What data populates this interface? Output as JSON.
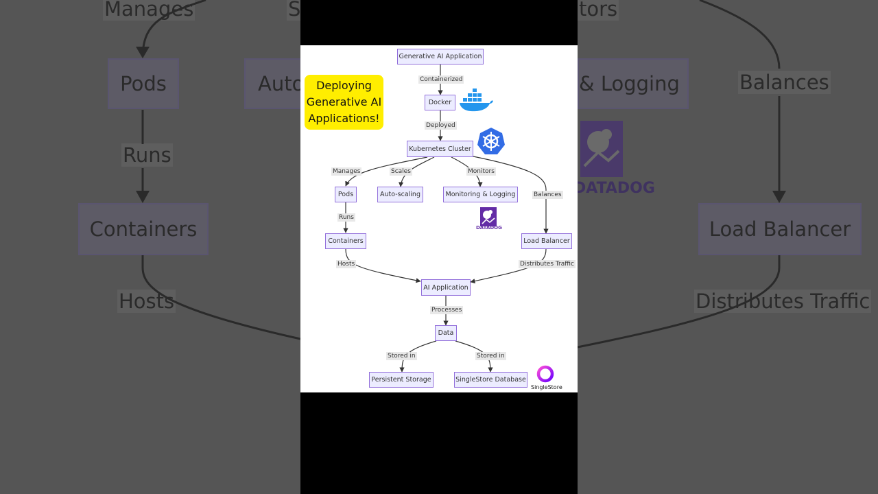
{
  "background_echo": {
    "top_labels": [
      "Manages",
      "Sc",
      "tors"
    ],
    "boxes": [
      "Pods",
      "Auto",
      "& Logging",
      "Balances",
      "Containers",
      "Load Balancer"
    ],
    "edge_labels": [
      "Runs",
      "Hosts",
      "Distributes Traffic"
    ],
    "logo": "DATADOG"
  },
  "callout": {
    "lines": [
      "Deploying",
      "Generative AI",
      "Applications!"
    ]
  },
  "diagram": {
    "nodes": {
      "gen_ai_app": "Generative AI Application",
      "docker": "Docker",
      "k8s": "Kubernetes Cluster",
      "pods": "Pods",
      "autoscaling": "Auto-scaling",
      "monitoring": "Monitoring & Logging",
      "containers": "Containers",
      "load_balancer": "Load Balancer",
      "ai_app": "AI Application",
      "data": "Data",
      "persistent_storage": "Persistent Storage",
      "singlestore_db": "SingleStore Database"
    },
    "edges": {
      "containerized": "Containerized",
      "deployed": "Deployed",
      "manages": "Manages",
      "scales": "Scales",
      "monitors": "Monitors",
      "balances": "Balances",
      "runs": "Runs",
      "hosts": "Hosts",
      "distributes": "Distributes Traffic",
      "processes": "Processes",
      "stored_in_1": "Stored in",
      "stored_in_2": "Stored in"
    }
  },
  "logos": {
    "docker": "docker-logo",
    "kubernetes": "kubernetes-logo",
    "datadog": "DATADOG",
    "singlestore": "SingleStore"
  },
  "colors": {
    "node_fill": "#ececff",
    "node_border": "#9370db",
    "callout": "#ffee00",
    "docker": "#2496ed",
    "kubernetes": "#326ce5",
    "datadog": "#632ca6",
    "singlestore": "#aa00ff"
  }
}
